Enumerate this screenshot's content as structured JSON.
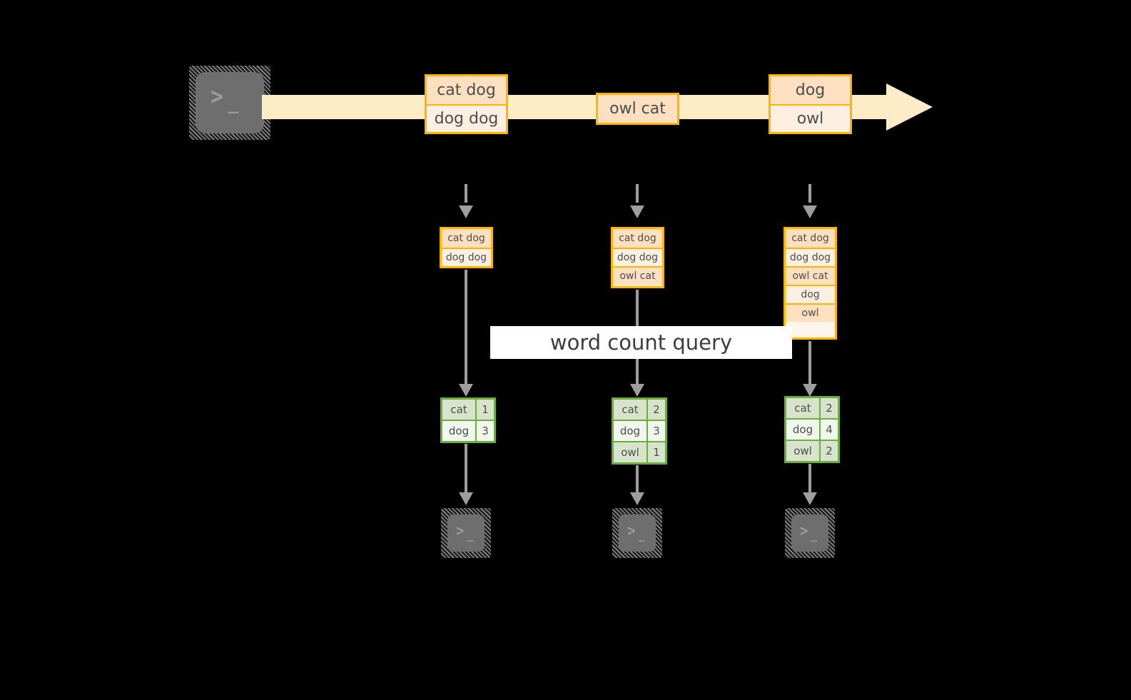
{
  "diagram": {
    "title_label": "word count query",
    "colors": {
      "background": "#000000",
      "stream_fill": "#FDECC6",
      "record_border": "#FFB400",
      "record_fill_dark": "#FCE0C0",
      "record_fill_light": "#FDF0E3",
      "result_border": "#6AAE3F",
      "result_fill_dark": "#D7E4CB",
      "result_fill_light": "#F2F7EE",
      "connector": "#9E9E9E",
      "terminal_fill": "#6E6E6E",
      "label_fill": "#FFFFFF"
    },
    "terminal_prompt": {
      "chevron": ">",
      "cursor": "_"
    },
    "stream": {
      "source_icon": "terminal-icon",
      "messages": [
        {
          "lines": [
            "cat dog",
            "dog dog"
          ]
        },
        {
          "lines": [
            "owl cat"
          ]
        },
        {
          "lines": [
            "dog",
            "owl"
          ]
        }
      ]
    },
    "columns": [
      {
        "accumulated": [
          "cat dog",
          "dog dog"
        ],
        "results": [
          {
            "word": "cat",
            "count": "1"
          },
          {
            "word": "dog",
            "count": "3"
          }
        ],
        "sink_icon": "terminal-icon"
      },
      {
        "accumulated": [
          "cat dog",
          "dog dog",
          "owl cat"
        ],
        "results": [
          {
            "word": "cat",
            "count": "2"
          },
          {
            "word": "dog",
            "count": "3"
          },
          {
            "word": "owl",
            "count": "1"
          }
        ],
        "sink_icon": "terminal-icon"
      },
      {
        "accumulated": [
          "cat dog",
          "dog dog",
          "owl cat",
          "dog",
          "owl"
        ],
        "results": [
          {
            "word": "cat",
            "count": "2"
          },
          {
            "word": "dog",
            "count": "4"
          },
          {
            "word": "owl",
            "count": "2"
          }
        ],
        "sink_icon": "terminal-icon"
      }
    ]
  }
}
